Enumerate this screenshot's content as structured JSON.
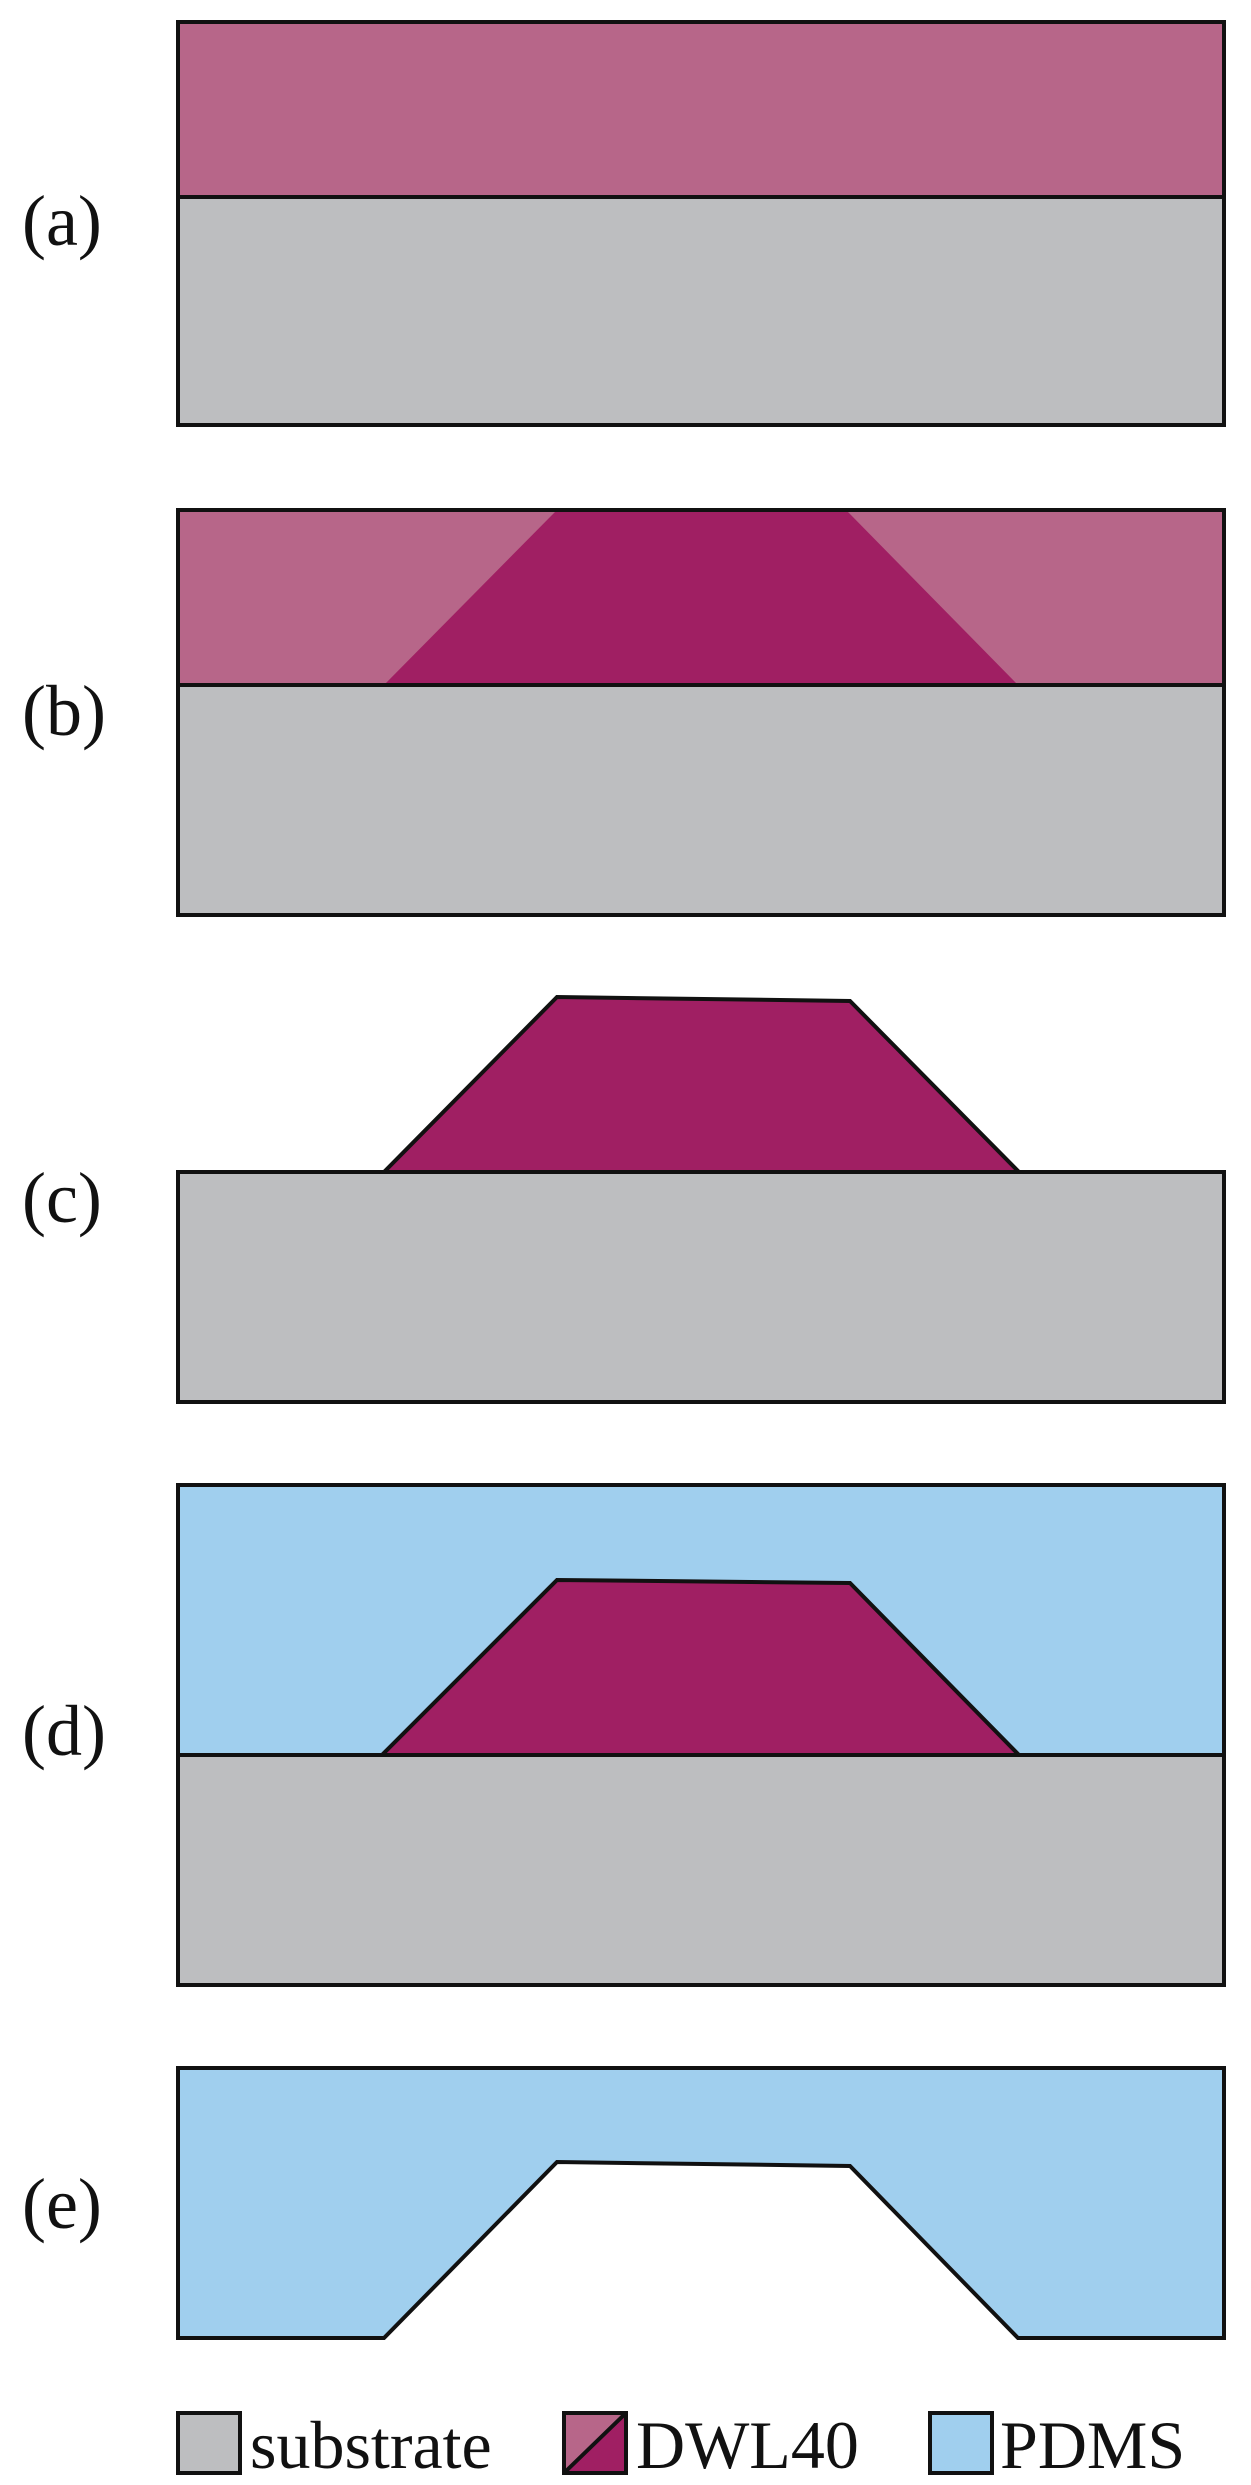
{
  "colors": {
    "substrate": "#bdbec0",
    "dwl40_unexposed": "#b76689",
    "dwl40_exposed": "#a01f63",
    "pdms": "#a0cfee",
    "outline": "#111111",
    "background": "#ffffff"
  },
  "panels": [
    {
      "label": "(a)"
    },
    {
      "label": "(b)"
    },
    {
      "label": "(c)"
    },
    {
      "label": "(d)"
    },
    {
      "label": "(e)"
    }
  ],
  "legend": [
    {
      "label": "substrate",
      "swatch": "substrate"
    },
    {
      "label": "DWL40",
      "swatch": "dwl40"
    },
    {
      "label": "PDMS",
      "swatch": "pdms"
    }
  ]
}
